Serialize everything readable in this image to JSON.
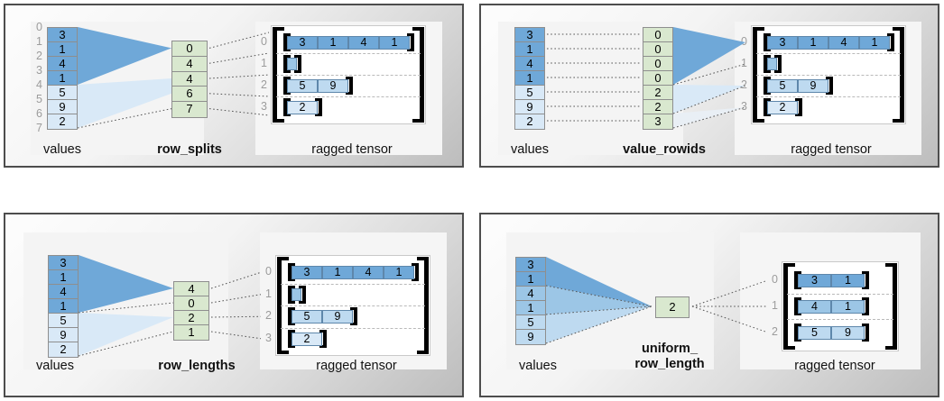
{
  "panels": [
    {
      "id": "row_splits",
      "values_label": "values",
      "key_label": "row_splits",
      "tensor_label": "ragged tensor",
      "values": [
        "3",
        "1",
        "4",
        "1",
        "5",
        "9",
        "2"
      ],
      "value_shades": [
        0,
        0,
        0,
        0,
        3,
        3,
        3
      ],
      "indices": [
        "0",
        "1",
        "2",
        "3",
        "4",
        "5",
        "6",
        "7"
      ],
      "key_values": [
        "0",
        "4",
        "4",
        "6",
        "7"
      ],
      "rows": [
        {
          "index": "0",
          "cells": [
            "3",
            "1",
            "4",
            "1"
          ],
          "shade": 0
        },
        {
          "index": "1",
          "cells": [],
          "shade": 1
        },
        {
          "index": "2",
          "cells": [
            "5",
            "9"
          ],
          "shade": 2
        },
        {
          "index": "3",
          "cells": [
            "2"
          ],
          "shade": 3
        }
      ]
    },
    {
      "id": "value_rowids",
      "values_label": "values",
      "key_label": "value_rowids",
      "tensor_label": "ragged tensor",
      "values": [
        "3",
        "1",
        "4",
        "1",
        "5",
        "9",
        "2"
      ],
      "value_shades": [
        0,
        0,
        0,
        0,
        3,
        3,
        3
      ],
      "indices": [],
      "key_values": [
        "0",
        "0",
        "0",
        "0",
        "2",
        "2",
        "3"
      ],
      "rows": [
        {
          "index": "0",
          "cells": [
            "3",
            "1",
            "4",
            "1"
          ],
          "shade": 0
        },
        {
          "index": "1",
          "cells": [],
          "shade": 1
        },
        {
          "index": "2",
          "cells": [
            "5",
            "9"
          ],
          "shade": 2
        },
        {
          "index": "3",
          "cells": [
            "2"
          ],
          "shade": 3
        }
      ]
    },
    {
      "id": "row_lengths",
      "values_label": "values",
      "key_label": "row_lengths",
      "tensor_label": "ragged tensor",
      "values": [
        "3",
        "1",
        "4",
        "1",
        "5",
        "9",
        "2"
      ],
      "value_shades": [
        0,
        0,
        0,
        0,
        3,
        3,
        3
      ],
      "indices": [],
      "key_values": [
        "4",
        "0",
        "2",
        "1"
      ],
      "rows": [
        {
          "index": "0",
          "cells": [
            "3",
            "1",
            "4",
            "1"
          ],
          "shade": 0
        },
        {
          "index": "1",
          "cells": [],
          "shade": 1
        },
        {
          "index": "2",
          "cells": [
            "5",
            "9"
          ],
          "shade": 2
        },
        {
          "index": "3",
          "cells": [
            "2"
          ],
          "shade": 3
        }
      ]
    },
    {
      "id": "uniform_row_length",
      "values_label": "values",
      "key_label_line1": "uniform_",
      "key_label_line2": "row_length",
      "tensor_label": "ragged tensor",
      "values": [
        "3",
        "1",
        "4",
        "1",
        "5",
        "9"
      ],
      "value_shades": [
        0,
        0,
        1,
        1,
        2,
        2
      ],
      "indices": [],
      "key_values": [
        "2"
      ],
      "rows": [
        {
          "index": "0",
          "cells": [
            "3",
            "1"
          ],
          "shade": 0
        },
        {
          "index": "1",
          "cells": [
            "4",
            "1"
          ],
          "shade": 1
        },
        {
          "index": "2",
          "cells": [
            "5",
            "9"
          ],
          "shade": 2
        }
      ]
    }
  ],
  "colors": {
    "shade0": "#6fa8d8",
    "shade1": "#9cc6e6",
    "shade2": "#bedaf0",
    "shade3": "#d9e9f7",
    "green": "#d9e8cf",
    "frame_border": "#4d4d4d",
    "index_text": "#9c9c9c",
    "dash_line": "#b9b9b9"
  }
}
